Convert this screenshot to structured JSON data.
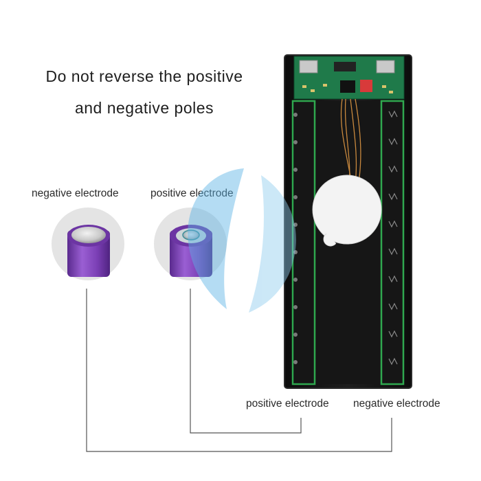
{
  "headline": {
    "line1": "Do not reverse the positive",
    "line2": "and negative poles"
  },
  "labels": {
    "top_left": "negative electrode",
    "top_middle": "positive electrode",
    "bottom_left": "positive electrode",
    "bottom_right": "negative electrode"
  },
  "colors": {
    "battery_purple": "#7b3fb5",
    "highlight_green": "#2fa84f",
    "pcb_green": "#1f7a4a",
    "case_black": "#141414",
    "watermark_blue": "#5bb3e6"
  },
  "icons": {
    "watermark": "watermark-logo"
  }
}
